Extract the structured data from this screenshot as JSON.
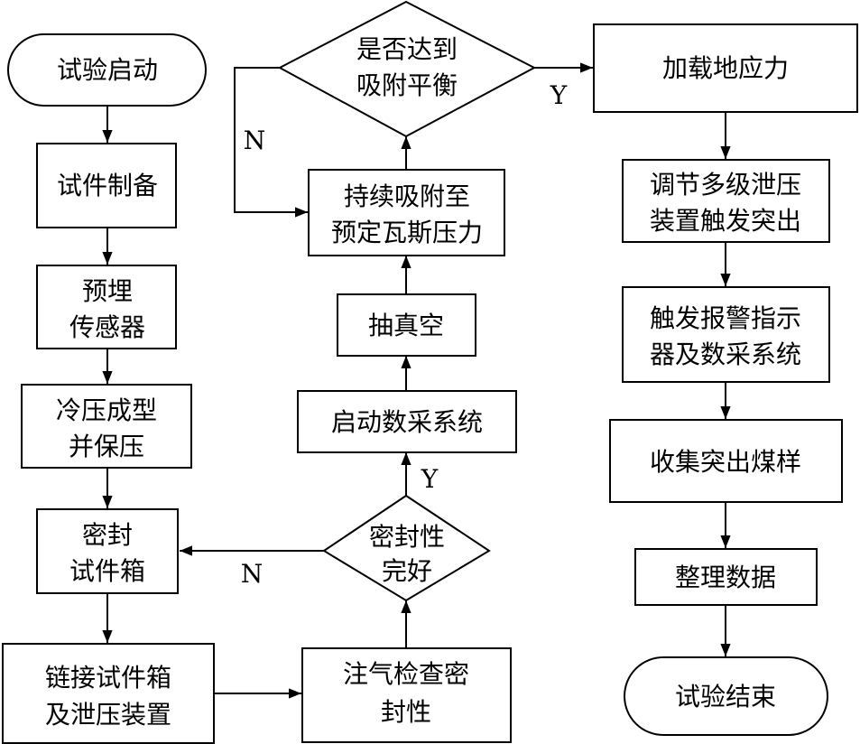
{
  "nodes": {
    "start": {
      "lines": [
        "试验启动"
      ]
    },
    "prep": {
      "lines": [
        "试件制备"
      ]
    },
    "embed": {
      "lines": [
        "预埋",
        "传感器"
      ]
    },
    "coldpress": {
      "lines": [
        "冷压成型",
        "并保压"
      ]
    },
    "seal_box": {
      "lines": [
        "密封",
        "试件箱"
      ]
    },
    "connect": {
      "lines": [
        "链接试件箱",
        "及泄压装置"
      ]
    },
    "gas_check": {
      "lines": [
        "注气检查密",
        "封性"
      ]
    },
    "seal_ok": {
      "lines": [
        "密封性",
        "完好"
      ]
    },
    "daq_start": {
      "lines": [
        "启动数采系统"
      ]
    },
    "vacuum": {
      "lines": [
        "抽真空"
      ]
    },
    "adsorb": {
      "lines": [
        "持续吸附至",
        "预定瓦斯压力"
      ]
    },
    "balance": {
      "lines": [
        "是否达到",
        "吸附平衡"
      ]
    },
    "stress": {
      "lines": [
        "加载地应力"
      ]
    },
    "adjust": {
      "lines": [
        "调节多级泄压",
        "装置触发突出"
      ]
    },
    "alarm": {
      "lines": [
        "触发报警指示",
        "器及数采系统"
      ]
    },
    "collect": {
      "lines": [
        "收集突出煤样"
      ]
    },
    "organize": {
      "lines": [
        "整理数据"
      ]
    },
    "end": {
      "lines": [
        "试验结束"
      ]
    }
  },
  "labels": {
    "seal_yes": "Y",
    "seal_no": "N",
    "balance_yes": "Y",
    "balance_no": "N"
  }
}
